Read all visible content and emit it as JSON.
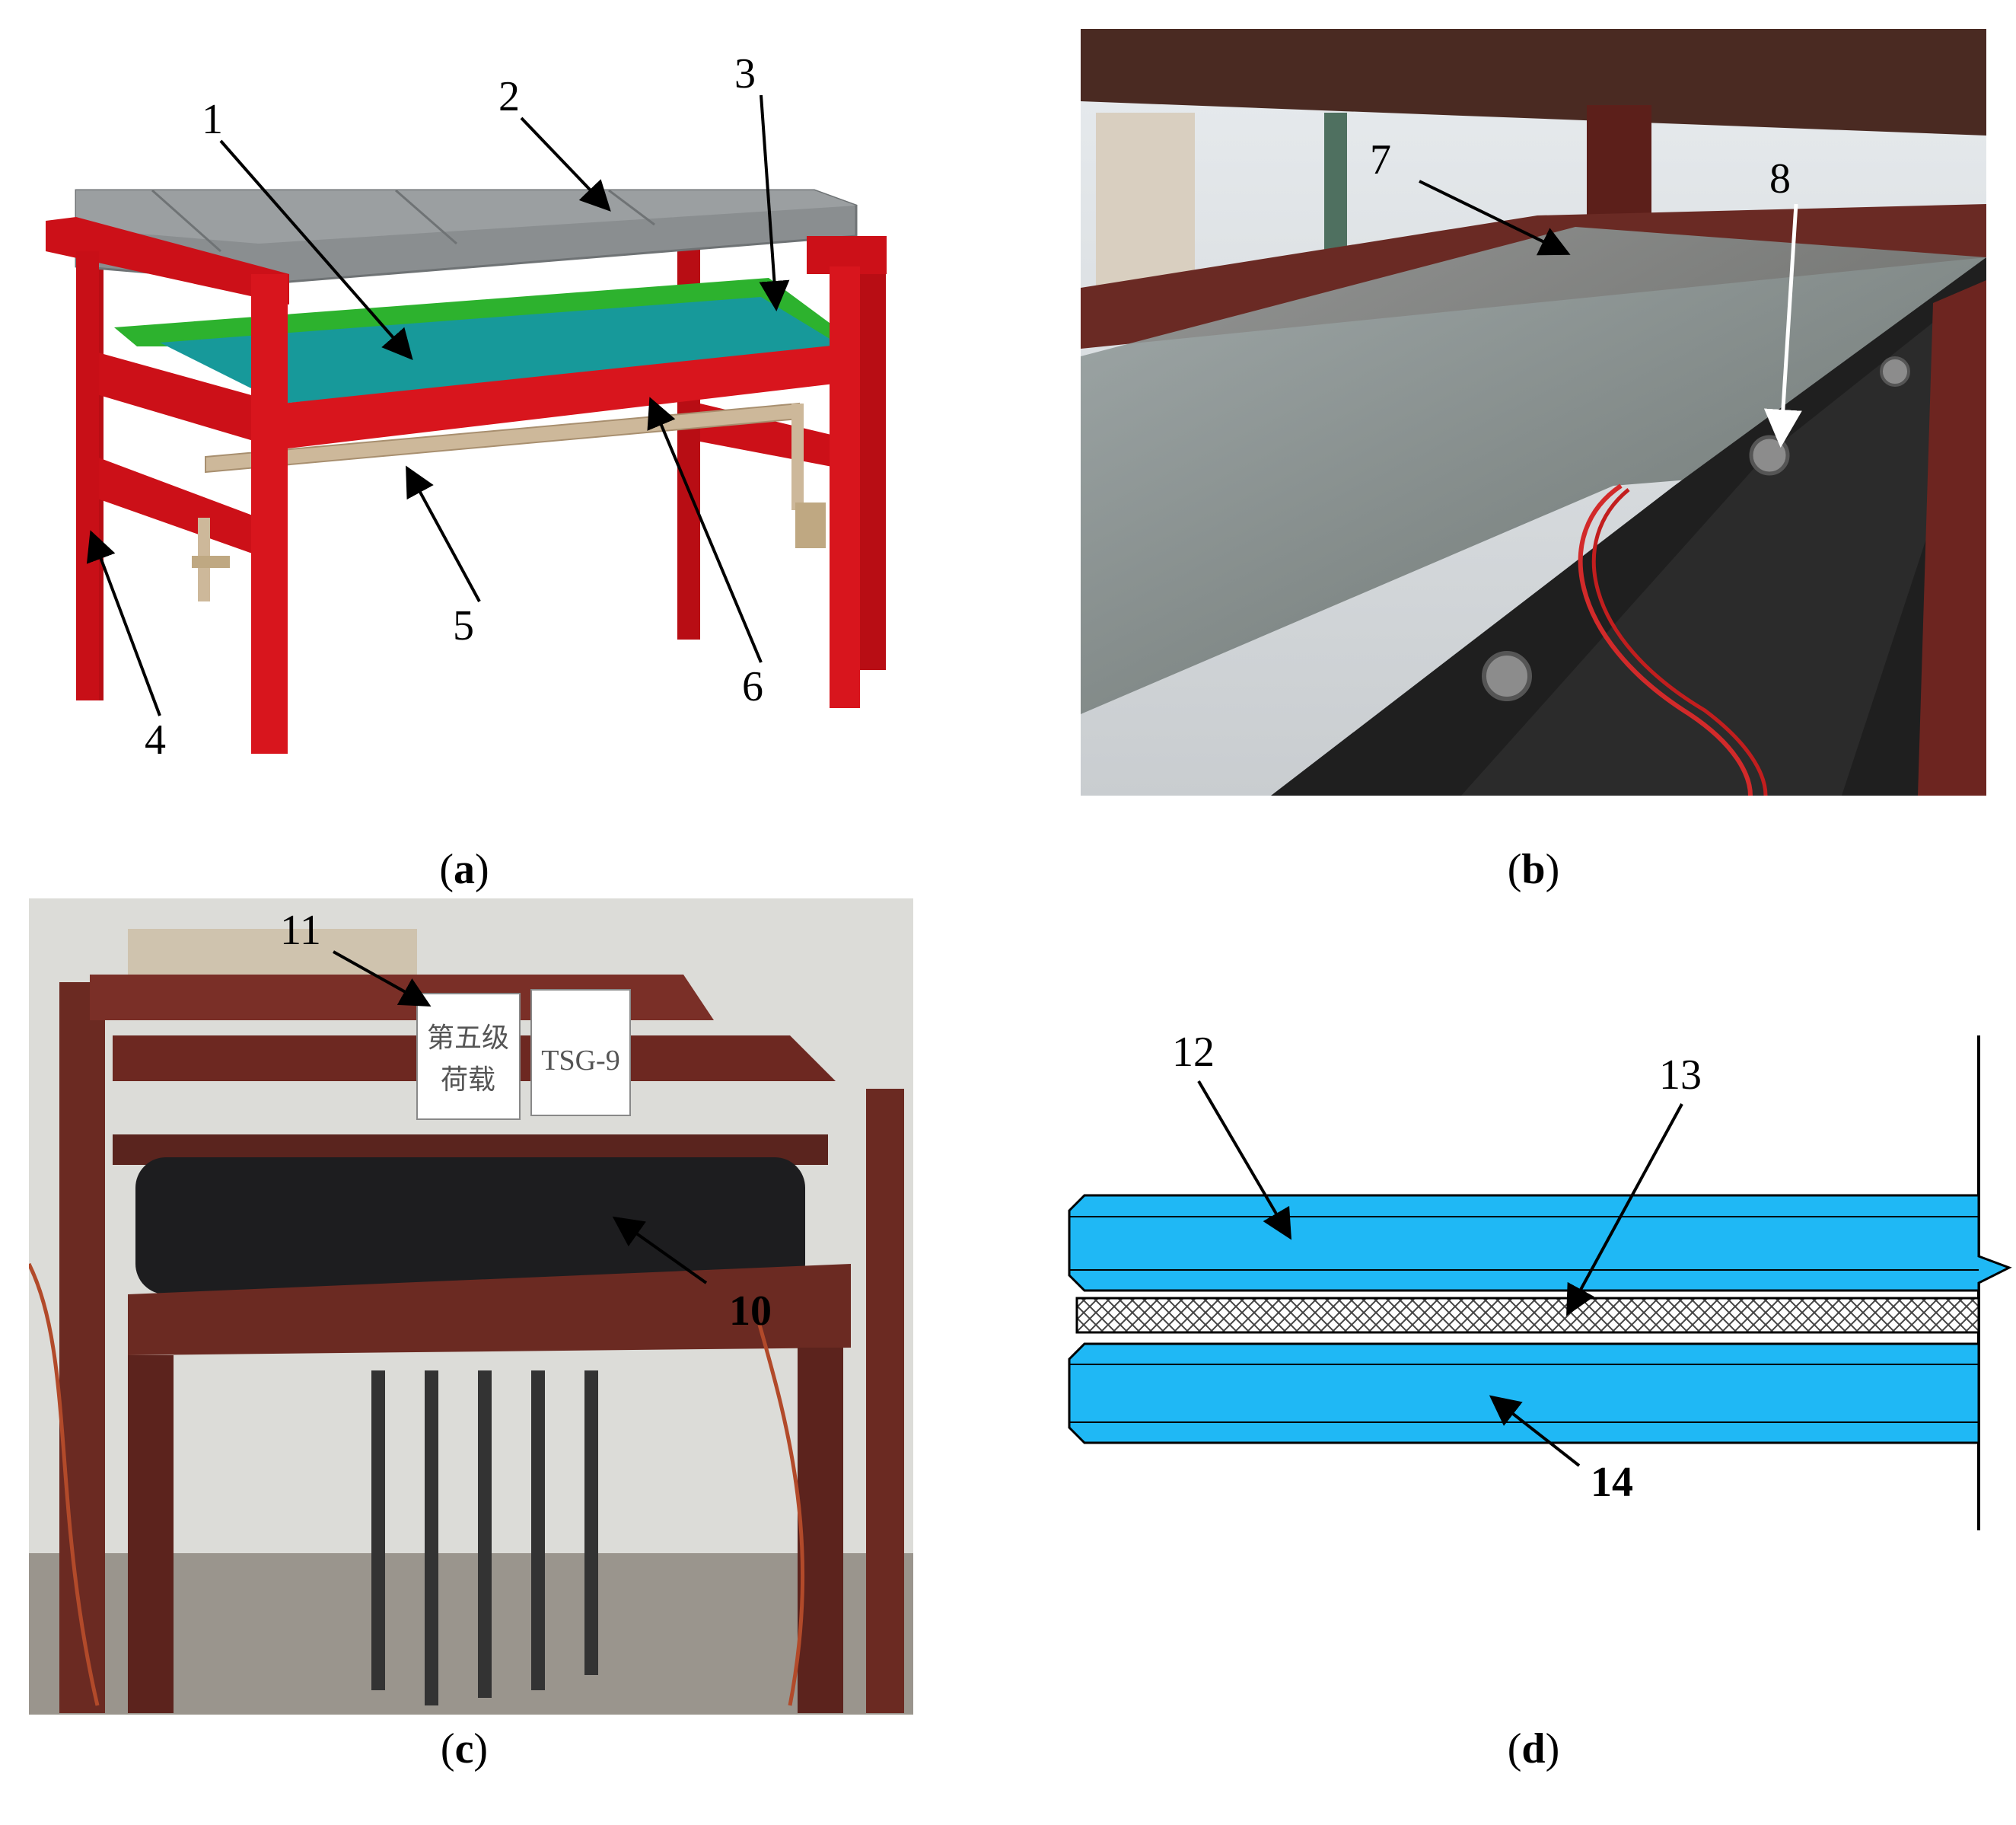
{
  "panel_a": {
    "callouts": [
      "1",
      "2",
      "3",
      "4",
      "5",
      "6"
    ],
    "caption": "a",
    "colors": {
      "frame": "#cc1018",
      "top_slab": "#8a8e90",
      "plate": "#17999a",
      "edge_strip": "#2db22e",
      "bar": "#cdb89a"
    }
  },
  "panel_b": {
    "callouts": [
      "7",
      "8"
    ],
    "caption": "b"
  },
  "panel_c": {
    "callouts": [
      "11",
      "10"
    ],
    "sign_left_line1": "第五级",
    "sign_left_line2": "荷载",
    "sign_right": "TSG-9",
    "caption": "c"
  },
  "panel_d": {
    "callouts": [
      "12",
      "13",
      "14"
    ],
    "caption": "d",
    "colors": {
      "layer_fill": "#1fb8f5",
      "core_fill": "#ffffff"
    }
  }
}
